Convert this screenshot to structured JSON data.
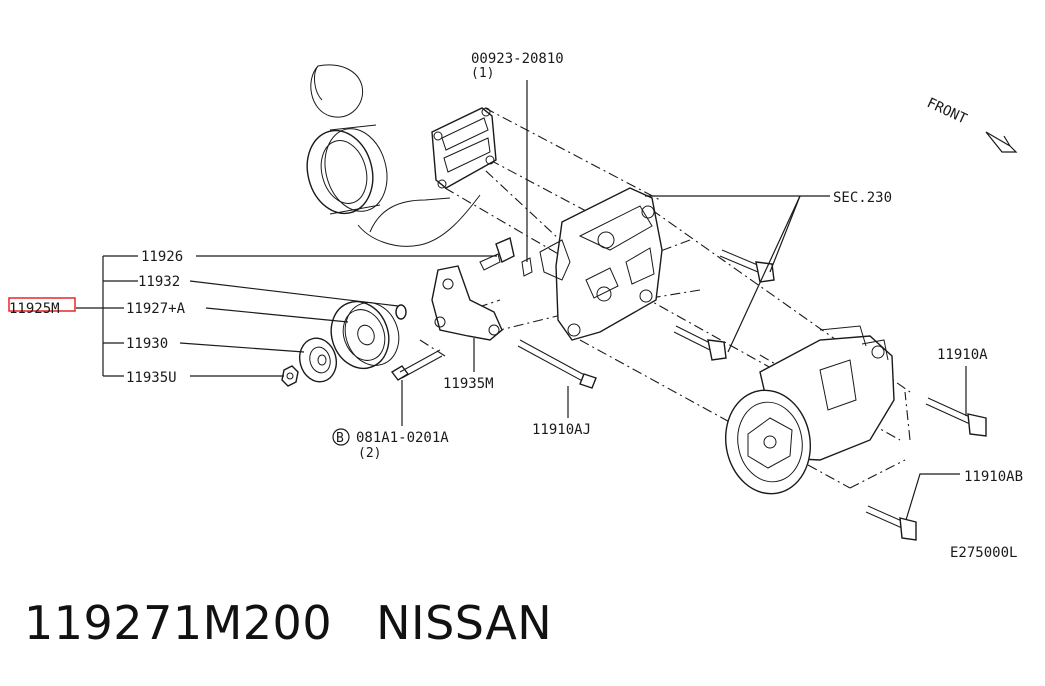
{
  "diagram": {
    "labels": {
      "top_part": "00923-20810",
      "top_part_qty": "(1)",
      "front": "FRONT",
      "sec": "SEC.230",
      "p11926": "11926",
      "p11932": "11932",
      "p11925m": "11925M",
      "p11927a": "11927+A",
      "p11930": "11930",
      "p11935u": "11935U",
      "p11935m": "11935M",
      "bolt_marker": "B",
      "bolt_part": "081A1-0201A",
      "bolt_qty": "(2)",
      "p11910aj": "11910AJ",
      "p11910a": "11910A",
      "p11910ab": "11910AB",
      "figure_code": "E275000L"
    },
    "highlight_color": "#e8262c",
    "line_color": "#1a1a1a"
  },
  "caption": {
    "part_number": "119271M200",
    "brand": "NISSAN"
  }
}
